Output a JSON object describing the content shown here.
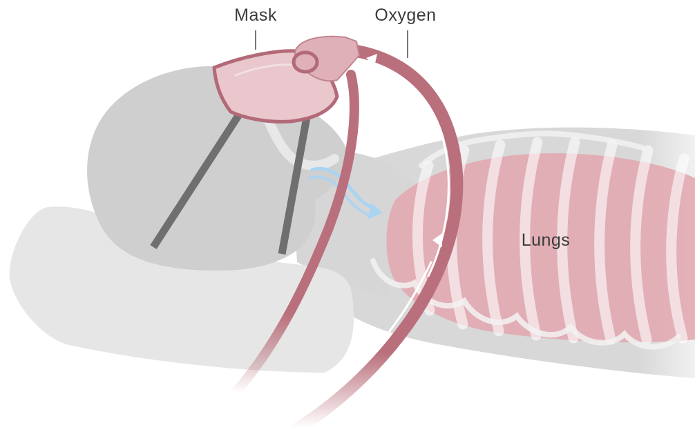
{
  "labels": {
    "mask": "Mask",
    "oxygen": "Oxygen",
    "lungs": "Lungs"
  },
  "colors": {
    "body_gray": "#d9d9d9",
    "head_gray": "#cfcfcf",
    "pillow_gray": "#e6e6e6",
    "strap_gray": "#6f6f6f",
    "tube": "#b9707c",
    "tube_dark": "#9c5462",
    "mask_fill": "#e9c7cc",
    "mask_edge": "#b36a78",
    "lungs": "#e2aab2",
    "ribs": "#ffffff",
    "airflow": "#a9d4f2",
    "label_text": "#3b3b3b"
  }
}
